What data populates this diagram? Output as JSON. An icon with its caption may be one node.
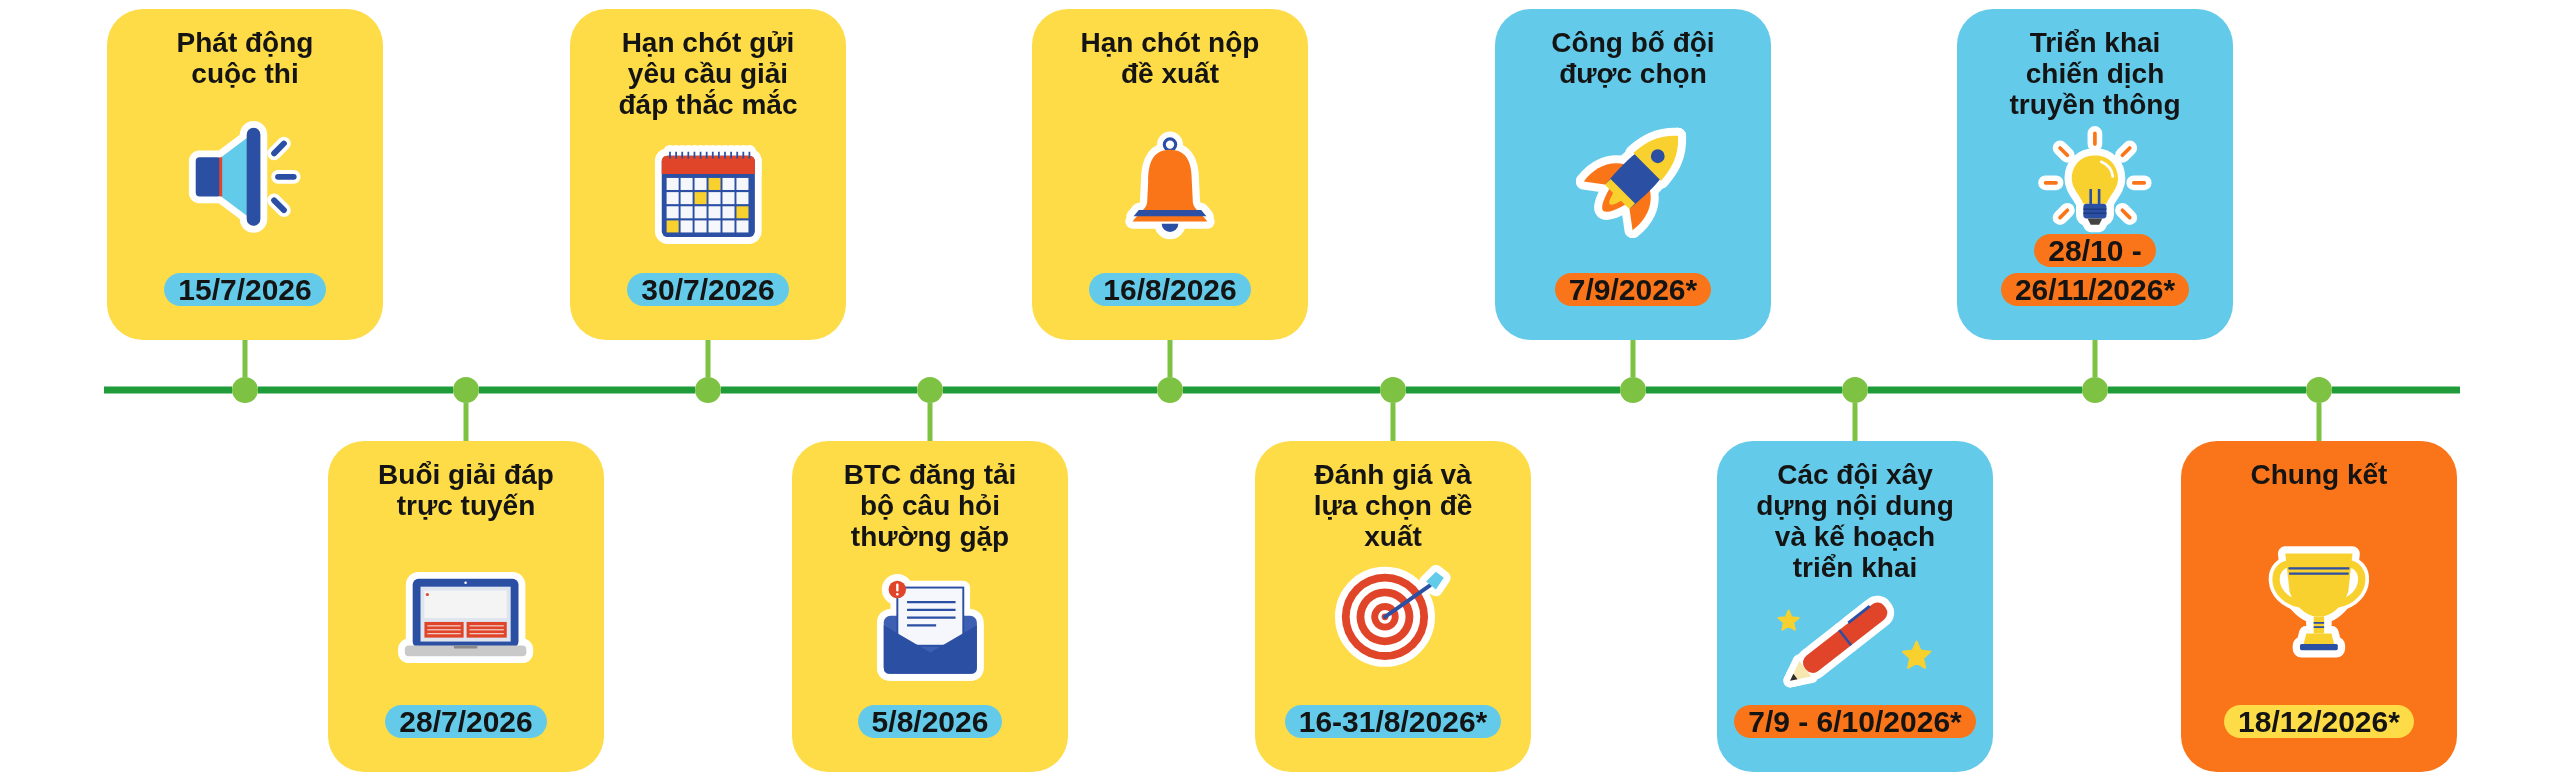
{
  "diagram": {
    "nodes": [
      {
        "text": [
          "Phát động cuộc thi"
        ]
      },
      {
        "text": [
          "15/7/2026"
        ],
        "in": 0
      },
      {
        "text": [
          "Buổi giải đáp trực tuyến"
        ]
      },
      {
        "text": [
          "28/7/2026"
        ],
        "in": 2
      },
      {
        "text": [
          "Hạn chót gửi yêu cầu giải đáp thắc mắc"
        ]
      },
      {
        "text": [
          "30/7/2026"
        ],
        "in": 4
      },
      {
        "text": [
          "BTC đăng tải bộ câu hỏi thường gặp"
        ]
      },
      {
        "text": [
          "5/8/2026"
        ],
        "in": 6
      },
      {
        "text": [
          "Hạn chót nộp đề xuất"
        ]
      },
      {
        "text": [
          "16/8/2026"
        ],
        "in": 8
      },
      {
        "text": [
          "Đánh giá và lựa chọn đề xuất"
        ]
      },
      {
        "text": [
          "16-31/8/2026*"
        ],
        "in": 10
      },
      {
        "text": [
          "Công bố đội được chọn"
        ]
      },
      {
        "text": [
          "7/9/2026*"
        ],
        "in": 12
      },
      {
        "text": [
          "Các đội xây dựng nội dung và kế hoạch triển khai"
        ]
      },
      {
        "text": [
          "7/9 - 6/10/2026*"
        ],
        "in": 14
      },
      {
        "text": [
          "Triển khai chiến dịch truyền thông"
        ]
      },
      {
        "text": [
          "28/10 - 26/11/2026*"
        ],
        "in": 16
      },
      {
        "text": [
          "Chung kết"
        ]
      },
      {
        "text": [
          "18/12/2026*"
        ],
        "in": 18
      },
      {
        "text": [],
        "shape": "circle"
      },
      {
        "text": [],
        "shape": "circle"
      },
      {
        "text": [],
        "shape": "circle"
      },
      {
        "text": [],
        "shape": "circle"
      },
      {
        "text": [],
        "shape": "circle"
      },
      {
        "text": [],
        "shape": "circle"
      },
      {
        "text": [],
        "shape": "circle"
      },
      {
        "text": [],
        "shape": "circle"
      },
      {
        "text": [],
        "shape": "circle"
      },
      {
        "text": [],
        "shape": "circle"
      }
    ],
    "edges": [
      {
        "from": 0,
        "to": 20,
        "arrow": "none",
        "color": "#7dc243"
      },
      {
        "from": 2,
        "to": 21,
        "arrow": "none",
        "color": "#7dc243"
      },
      {
        "from": 4,
        "to": 22,
        "arrow": "none",
        "color": "#7dc243"
      },
      {
        "from": 6,
        "to": 23,
        "arrow": "none",
        "color": "#7dc243"
      },
      {
        "from": 8,
        "to": 24,
        "arrow": "none",
        "color": "#7dc243"
      },
      {
        "from": 10,
        "to": 25,
        "arrow": "none",
        "color": "#7dc243"
      },
      {
        "from": 12,
        "to": 26,
        "arrow": "none",
        "color": "#7dc243"
      },
      {
        "from": 14,
        "to": 27,
        "arrow": "none",
        "color": "#7dc243"
      },
      {
        "from": 16,
        "to": 28,
        "arrow": "none",
        "color": "#7dc243"
      },
      {
        "from": 18,
        "to": 29,
        "arrow": "none",
        "color": "#7dc243"
      },
      {
        "from": null,
        "to": 20,
        "arrow": "none"
      },
      {
        "from": 20,
        "to": 21,
        "arrow": "none"
      },
      {
        "from": 21,
        "to": 22,
        "arrow": "none"
      },
      {
        "from": 22,
        "to": 23,
        "arrow": "none"
      },
      {
        "from": 23,
        "to": 24,
        "arrow": "none"
      },
      {
        "from": 24,
        "to": 25,
        "arrow": "none"
      },
      {
        "from": 25,
        "to": 26,
        "arrow": "none"
      },
      {
        "from": 26,
        "to": 27,
        "arrow": "none"
      },
      {
        "from": 27,
        "to": 28,
        "arrow": "none"
      },
      {
        "from": 28,
        "to": 29,
        "arrow": "none"
      },
      {
        "from": 29,
        "to": null,
        "arrow": "none"
      }
    ]
  }
}
